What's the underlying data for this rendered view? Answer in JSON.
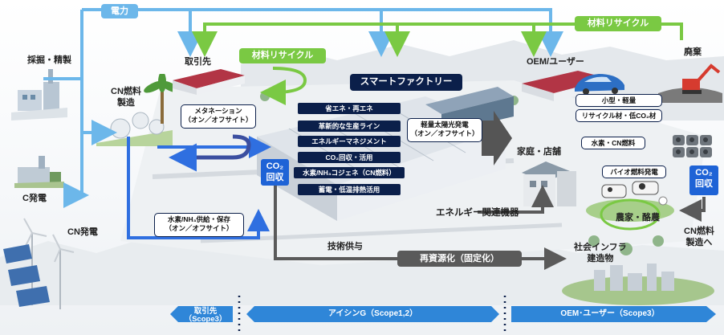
{
  "labels": {
    "mining": "採掘・精製",
    "c_power": "C発電",
    "cn_power": "CN発電",
    "cn_fuel_mfg_1": "CN燃料",
    "cn_fuel_mfg_2": "製造",
    "supplier": "取引先",
    "oem_user": "OEM/ユーザー",
    "disposal": "廃棄",
    "home_store": "家庭・店舗",
    "agri_1": "農家・",
    "agri_2": "酪農",
    "cn_fuel_to_1": "CN燃料",
    "cn_fuel_to_2": "製造へ",
    "social_infra_1": "社会インフラ",
    "social_infra_2": "建造物",
    "energy_equipment": "エネルギー関連機器",
    "tech_provision": "技術供与"
  },
  "tags": {
    "power": "電力",
    "material_recycle_top": "材料リサイクル",
    "material_recycle_mid": "材料リサイクル",
    "smart_factory": "スマートファクトリー",
    "recycle_fix": "再資源化（固定化）"
  },
  "boxes": {
    "methanation_1": "メタネーション",
    "methanation_2": "（オン／オフサイト）",
    "hydrogen_supply_1": "水素/NH₃供給・保存",
    "hydrogen_supply_2": "（オン／オフサイト）",
    "solar_1": "軽量太陽光発電",
    "solar_2": "（オン／オフサイト）",
    "oem_small": "小型・軽量",
    "oem_recycle": "リサイクル材・低CO₂材",
    "oem_hydrogen": "水素・CN燃料",
    "bio_fuel": "バイオ燃料発電"
  },
  "factory_items": [
    "省エネ・再エネ",
    "革新的な生産ライン",
    "エネルギーマネジメント",
    "CO₂回収・活用",
    "水素/NH₃コジェネ（CN燃料）",
    "蓄電・低温排熱活用"
  ],
  "co2_capture": {
    "left_1": "CO₂",
    "left_2": "回収",
    "right_1": "CO₂",
    "right_2": "回収"
  },
  "scope_band": {
    "supplier": "取引先（Scope3）",
    "aisin": "アイシンG（Scope1,2）",
    "oem": "OEM･ユーザー（Scope3）"
  },
  "colors": {
    "power_blue": "#6cb7ea",
    "flow_blue": "#2f6fe0",
    "recycle_green": "#7ac943",
    "navy": "#0b1f4a",
    "grey_arrow": "#5a5a5a"
  }
}
